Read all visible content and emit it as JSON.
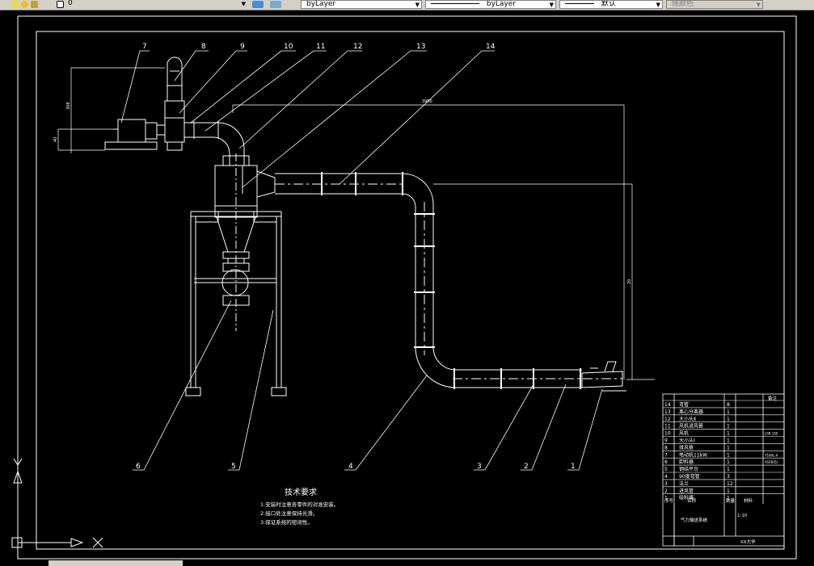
{
  "toolbar": {
    "layer_value": "0",
    "color_control": "byLayer",
    "linetype_control": "byLayer",
    "lineweight_control": "默认",
    "plotstyle_control": "随颜色"
  },
  "leaders": [
    {
      "label": "7"
    },
    {
      "label": "8"
    },
    {
      "label": "9"
    },
    {
      "label": "10"
    },
    {
      "label": "11"
    },
    {
      "label": "12"
    },
    {
      "label": "13"
    },
    {
      "label": "14"
    }
  ],
  "bottom_leaders": [
    {
      "label": "6"
    },
    {
      "label": "5"
    },
    {
      "label": "4"
    },
    {
      "label": "3"
    },
    {
      "label": "2"
    },
    {
      "label": "1"
    }
  ],
  "dimensions": {
    "top_horizontal": "3950",
    "left_upper": "308",
    "left_lower": "40",
    "right_vertical": "20"
  },
  "tech_notes": {
    "title": "技术要求",
    "items": [
      "1.安装时注意各零件的对准安装。",
      "2.接口处注意保持光滑。",
      "3.保证系统的密闭性。"
    ]
  },
  "bom": {
    "headers": [
      "序号",
      "名称",
      "数量",
      "材料",
      "备注"
    ],
    "rows": [
      {
        "no": "14",
        "name": "弯管",
        "qty": "8",
        "note": ""
      },
      {
        "no": "13",
        "name": "离心分离器",
        "qty": "1",
        "note": ""
      },
      {
        "no": "12",
        "name": "大小头Ⅱ",
        "qty": "1",
        "note": ""
      },
      {
        "no": "11",
        "name": "风机进风管",
        "qty": "1",
        "note": ""
      },
      {
        "no": "10",
        "name": "风机",
        "qty": "1",
        "note": "LSR-150"
      },
      {
        "no": "9",
        "name": "大小头Ⅰ",
        "qty": "1",
        "note": ""
      },
      {
        "no": "8",
        "name": "排风管",
        "qty": "1",
        "note": ""
      },
      {
        "no": "7",
        "name": "电动机11kW",
        "qty": "1",
        "note": "Y160L-4"
      },
      {
        "no": "6",
        "name": "卸料器",
        "qty": "1",
        "note": "YGFB(5)"
      },
      {
        "no": "5",
        "name": "钢结平台",
        "qty": "1",
        "note": ""
      },
      {
        "no": "4",
        "name": "90度弯管",
        "qty": "3",
        "note": ""
      },
      {
        "no": "3",
        "name": "法兰",
        "qty": "12",
        "note": ""
      },
      {
        "no": "2",
        "name": "进风管",
        "qty": "1",
        "note": ""
      },
      {
        "no": "1",
        "name": "吸料嘴",
        "qty": "1",
        "note": ""
      }
    ],
    "title_block": {
      "drawing_name": "气力输送系统",
      "scale": "1:10",
      "school": "XX大学"
    }
  }
}
